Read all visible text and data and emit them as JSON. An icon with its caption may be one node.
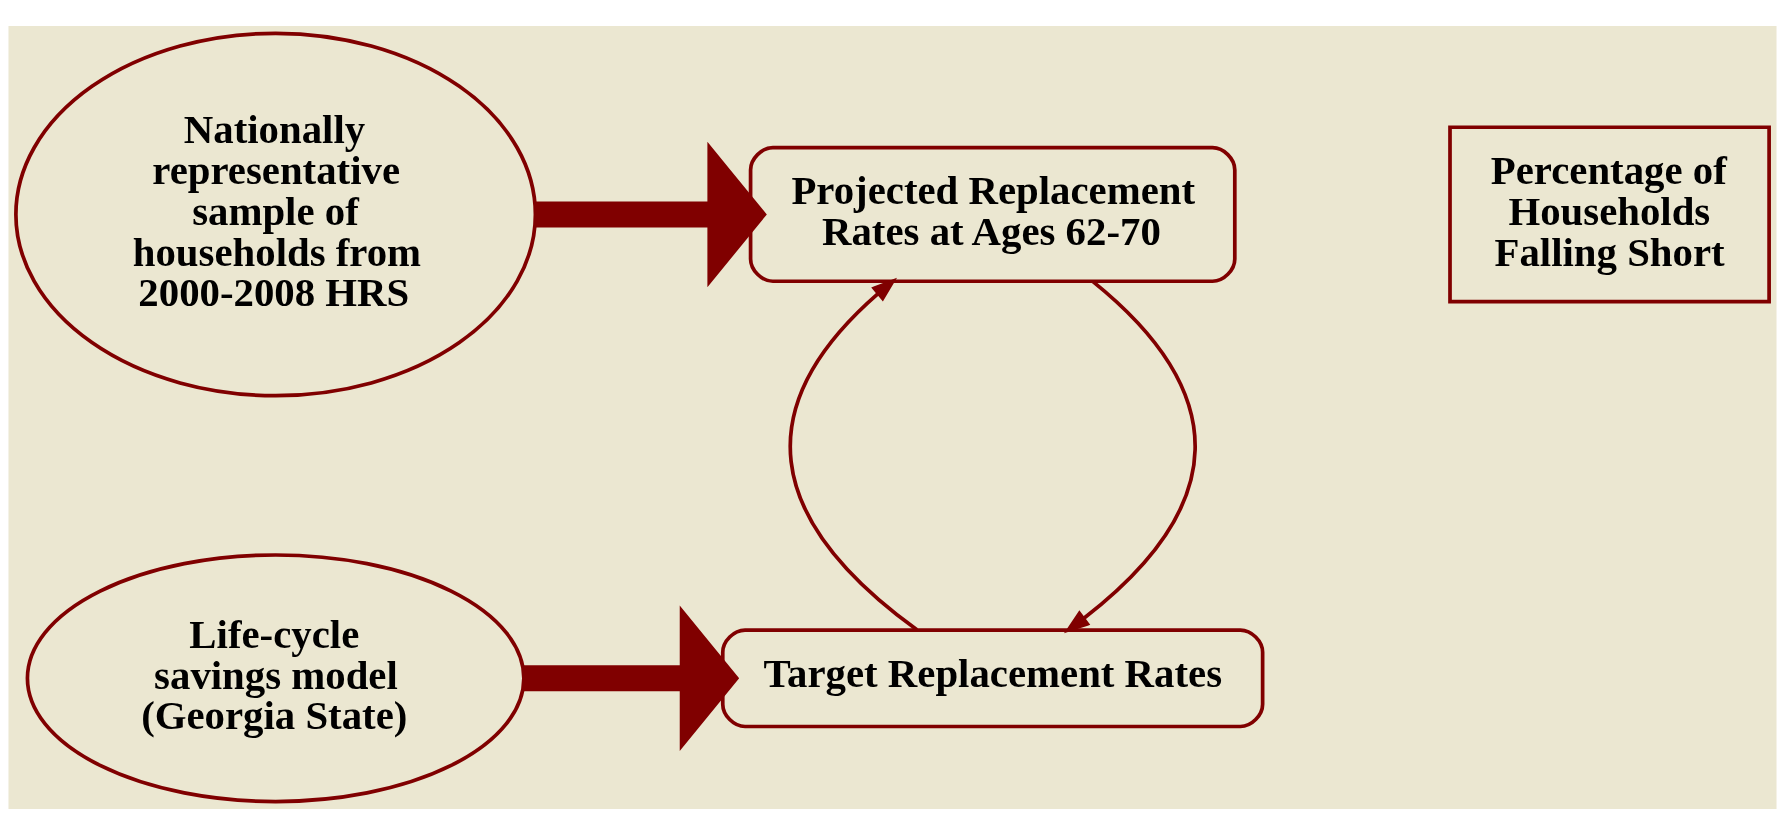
{
  "diagram": {
    "nodes": [
      {
        "text": [
          "Nationally representative sample of households from 2000-2008 HRS"
        ]
      },
      {
        "text": [
          "Projected Replacement Rates at Ages 62-70"
        ]
      },
      {
        "text": [
          "Percentage of Households Falling Short"
        ]
      },
      {
        "text": [
          "Life-cycle savings model (Georgia State)"
        ]
      },
      {
        "text": [
          "Target Replacement Rates"
        ]
      }
    ],
    "edges": [
      {
        "from": 0,
        "to": 1,
        "arrow": "to",
        "style": "thick"
      },
      {
        "from": 3,
        "to": 4,
        "arrow": "to",
        "style": "thick"
      },
      {
        "from": 1,
        "to": 4,
        "arrow": "to"
      },
      {
        "from": 4,
        "to": 1,
        "arrow": "to"
      }
    ]
  }
}
